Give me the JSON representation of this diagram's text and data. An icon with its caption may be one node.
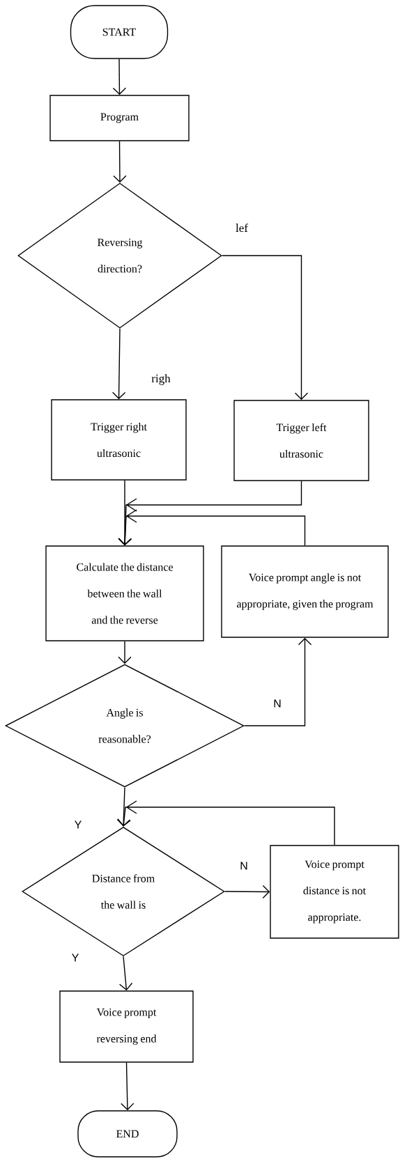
{
  "diagram": {
    "nodes": [
      {
        "text": [
          "START"
        ]
      },
      {
        "text": [
          "Program"
        ]
      },
      {
        "text": [
          "Reversing direction?"
        ]
      },
      {
        "text": [
          "Trigger right ultrasonic"
        ]
      },
      {
        "text": [
          "Trigger left ultrasonic"
        ]
      },
      {
        "text": [
          "Calculate the distance between the wall and the reverse"
        ]
      },
      {
        "text": [
          "Voice prompt angle is not appropriate, given the program"
        ]
      },
      {
        "text": [
          "Angle is reasonable?"
        ]
      },
      {
        "text": [
          "Distance from the wall is"
        ]
      },
      {
        "text": [
          "Voice prompt distance is not appropriate."
        ]
      },
      {
        "text": [
          "Voice prompt reversing end"
        ]
      },
      {
        "text": [
          "END"
        ]
      }
    ],
    "edges": [
      {
        "from": 0,
        "to": 1,
        "arrow": "to"
      },
      {
        "from": 1,
        "to": 2,
        "arrow": "to"
      },
      {
        "from": 2,
        "to": 3,
        "arrow": "to",
        "label": "righ"
      },
      {
        "from": 2,
        "to": 4,
        "arrow": "to",
        "label": "lef"
      },
      {
        "from": 3,
        "to": 5,
        "arrow": "to"
      },
      {
        "from": 4,
        "to": 5,
        "arrow": "to"
      },
      {
        "from": 6,
        "to": 5,
        "arrow": "to"
      },
      {
        "from": 5,
        "to": 7,
        "arrow": "to"
      },
      {
        "from": 7,
        "to": 6,
        "arrow": "to",
        "label": "N"
      },
      {
        "from": 7,
        "to": 8,
        "arrow": "to",
        "label": "Y"
      },
      {
        "from": 9,
        "to": 8,
        "arrow": "to"
      },
      {
        "from": 8,
        "to": 9,
        "arrow": "to",
        "label": "N"
      },
      {
        "from": 8,
        "to": 10,
        "arrow": "to",
        "label": "Y"
      },
      {
        "from": 10,
        "to": 11,
        "arrow": "to"
      }
    ]
  }
}
